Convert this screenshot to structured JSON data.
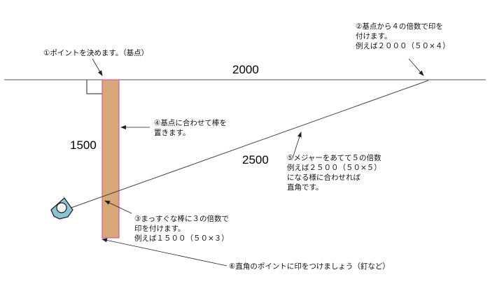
{
  "colors": {
    "baseline": "#555555",
    "post_fill": "#d9a878",
    "post_border": "#e0409a",
    "tape_body": "#8cc4d4",
    "text": "#111111"
  },
  "dimensions": {
    "base": "2000",
    "height": "1500",
    "hypotenuse": "2500"
  },
  "notes": {
    "n1": "①ポイントを決めます。（基点）",
    "n2": [
      "②基点から４の倍数で印を",
      "付けます。",
      "例えば２０００（５０×４）"
    ],
    "n3": [
      "③まっすぐな棒に３の倍数で",
      "印を付けます。",
      "例えば１５００（５０×３）"
    ],
    "n4": [
      "④基点に合わせて棒を",
      "置きます。"
    ],
    "n5": [
      "⑤メジャーをあてて５の倍数",
      "例えば２５００（５０×５）",
      "になる様に合わせれば",
      "直角です。"
    ],
    "n6": "⑥直角のポイントに印をつけましょう（釘など）"
  },
  "icons": {
    "right_angle": "right-angle-mark-icon",
    "tape_measure": "tape-measure-icon"
  }
}
